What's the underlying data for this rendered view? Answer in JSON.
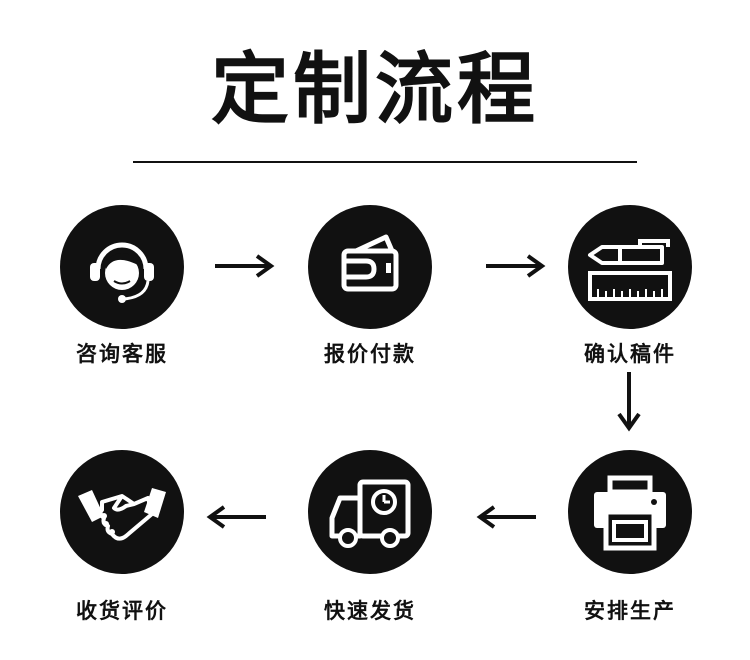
{
  "title": "定制流程",
  "steps": [
    {
      "label": "咨询客服",
      "icon": "customer-service-headset-icon"
    },
    {
      "label": "报价付款",
      "icon": "wallet-icon"
    },
    {
      "label": "确认稿件",
      "icon": "pen-and-ruler-icon"
    },
    {
      "label": "安排生产",
      "icon": "printer-icon"
    },
    {
      "label": "快速发货",
      "icon": "delivery-truck-icon"
    },
    {
      "label": "收货评价",
      "icon": "handshake-icon"
    }
  ],
  "colors": {
    "icon_background": "#111111",
    "text": "#111111",
    "background": "#ffffff"
  }
}
